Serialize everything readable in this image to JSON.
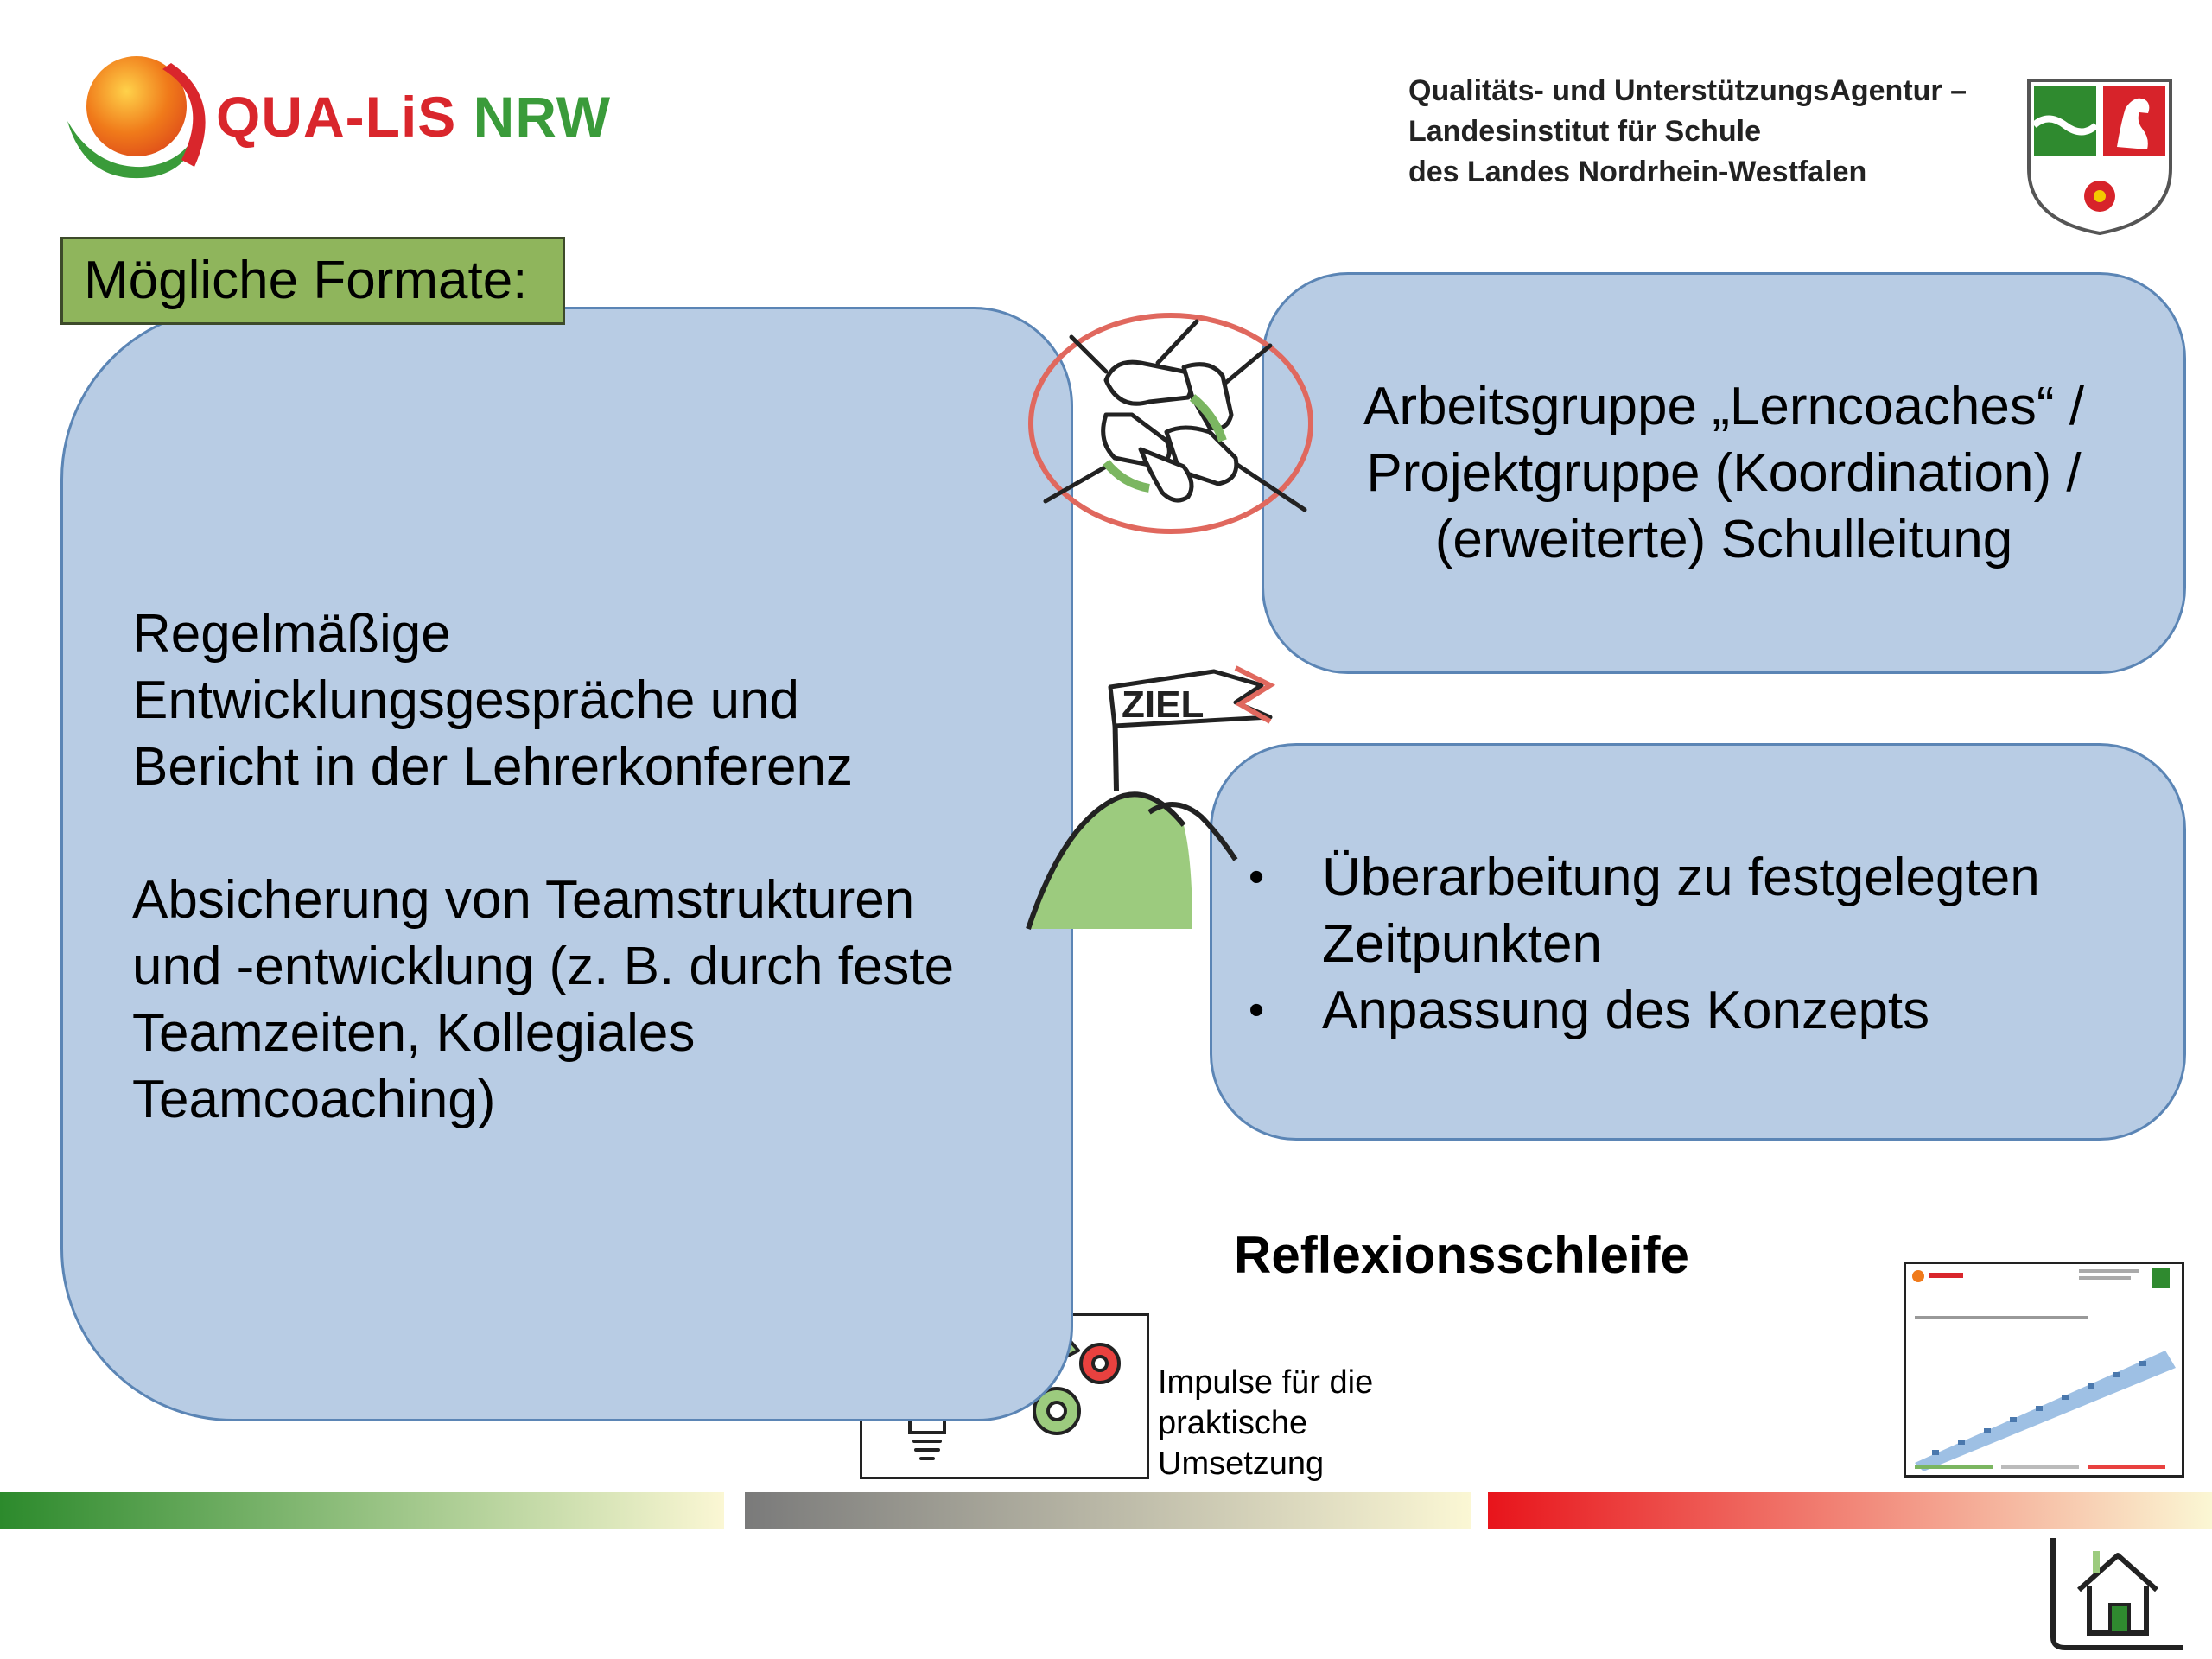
{
  "header": {
    "logo": {
      "part1": "QUA-LiS",
      "part2": "NRW",
      "colors": {
        "red": "#d9262c",
        "green": "#3a9b3a",
        "orange": "#f07a1a"
      }
    },
    "agency_lines": [
      "Qualitäts- und UnterstützungsAgentur –",
      "Landesinstitut für Schule",
      "des Landes Nordrhein-Westfalen"
    ]
  },
  "tag": {
    "label": "Mögliche Formate:",
    "color": "#8fb55c"
  },
  "left_box": {
    "paragraph1": [
      "Regelmäßige",
      "Entwicklungsgespräche und",
      "Bericht in der Lehrerkonferenz"
    ],
    "paragraph2": [
      "Absicherung von Teamstrukturen",
      "und -entwicklung (z. B. durch feste",
      "Teamzeiten, Kollegiales",
      "Teamcoaching)"
    ]
  },
  "top_right_box": {
    "lines": [
      "Arbeitsgruppe „Lerncoaches“ /",
      "Projektgruppe (Koordination) /",
      "(erweiterte) Schulleitung"
    ]
  },
  "bottom_right_box": {
    "bullets": [
      [
        "Überarbeitung zu festgelegten",
        "Zeitpunkten"
      ],
      [
        "Anpassung des Konzepts"
      ]
    ]
  },
  "goal_flag_label": "ZIEL",
  "reflex_title": "Reflexionsschleife",
  "impulse": {
    "lines": [
      "Impulse für die",
      "praktische",
      "Umsetzung"
    ]
  },
  "icons": {
    "hands": "teamwork-hands-icon",
    "goal": "goal-mountain-flag-icon",
    "impulse": "lightbulb-gears-icon",
    "home": "home-icon"
  },
  "box_colors": {
    "fill": "#b8cce4",
    "border": "#5b85b5"
  },
  "bars": {
    "green": "#2c8a2c",
    "gray": "#7a7a7a",
    "red": "#e8141b"
  }
}
